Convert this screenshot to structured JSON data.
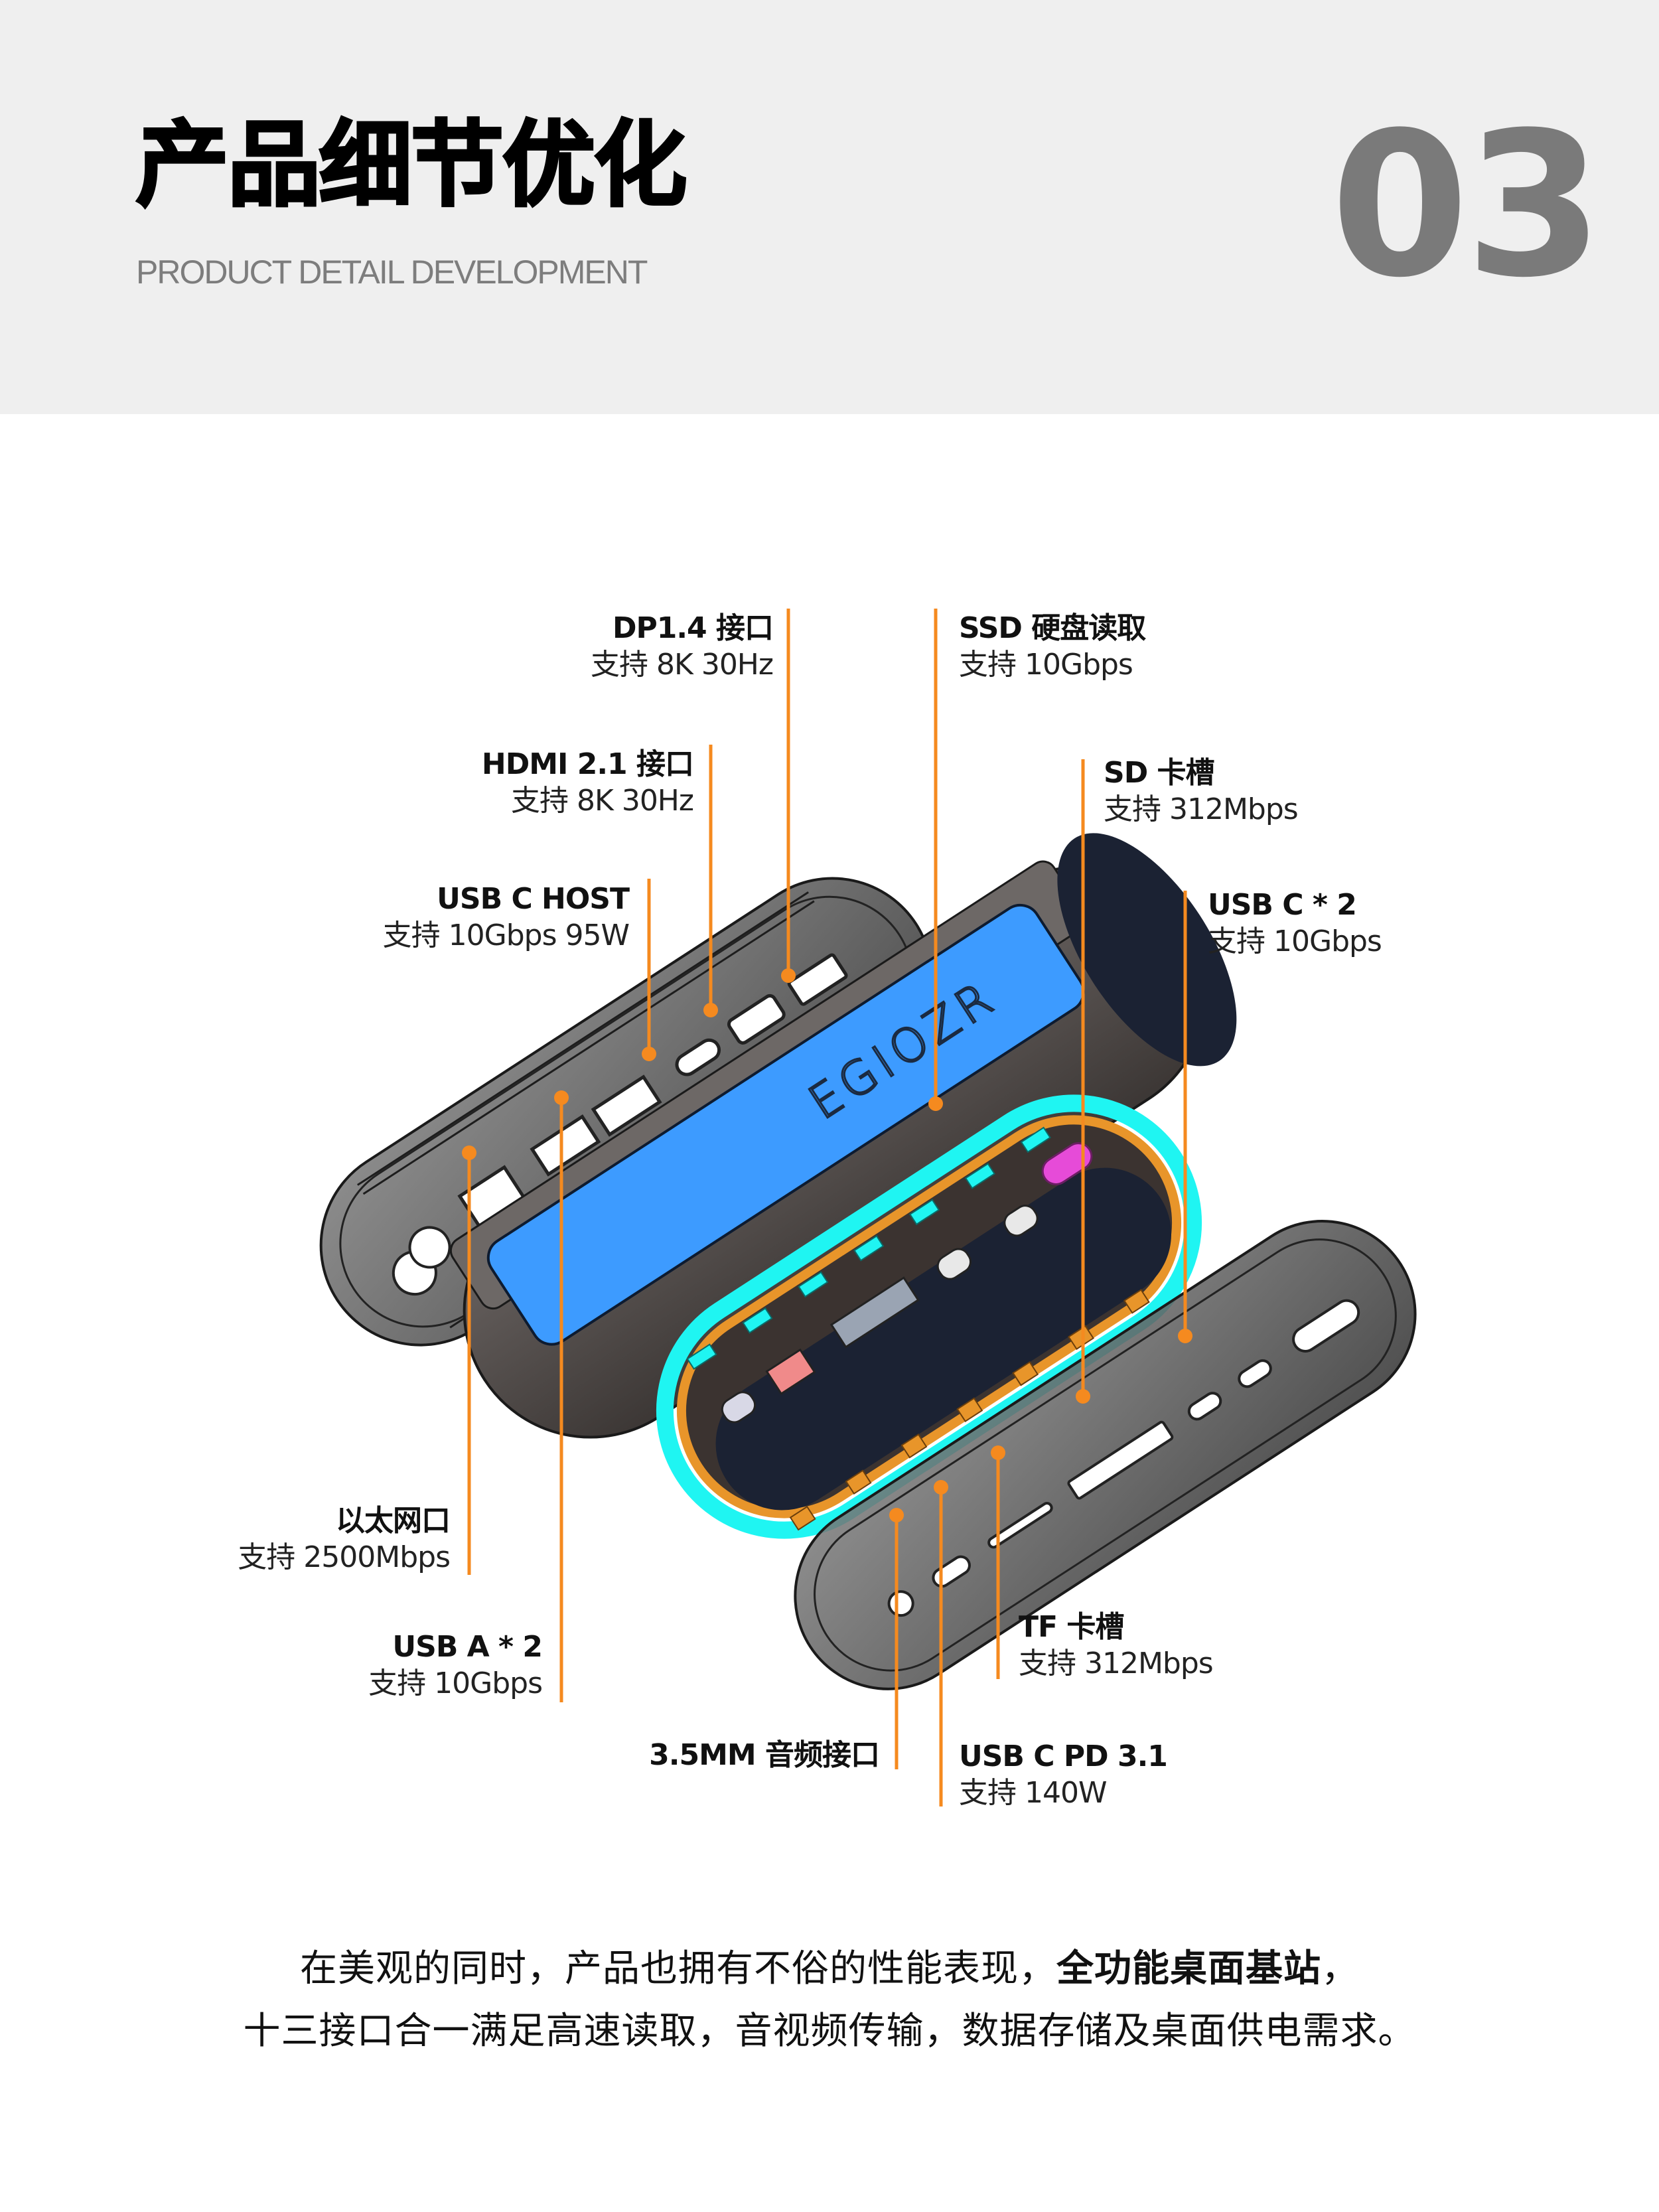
{
  "header": {
    "title": "产品细节优化",
    "subtitle": "PRODUCT DETAIL DEVELOPMENT",
    "section_number": "03",
    "background_color": "#efefef",
    "number_color": "#7a7a7a"
  },
  "product": {
    "brand_mark": "EGIOZR",
    "colors": {
      "leader_line": "#f58a1f",
      "top_panel": "#3d9bff",
      "inner_ring": "#1ff5f2",
      "pcb_frame": "#e8952a",
      "pcb_board": "#1b2233",
      "shell": "#5a5552"
    }
  },
  "callouts": [
    {
      "id": "dp",
      "name": "DP1.4 接口",
      "spec": "支持 8K 30Hz"
    },
    {
      "id": "ssd",
      "name": "SSD 硬盘读取",
      "spec": "支持 10Gbps"
    },
    {
      "id": "hdmi",
      "name": "HDMI 2.1 接口",
      "spec": "支持 8K 30Hz"
    },
    {
      "id": "sd",
      "name": "SD 卡槽",
      "spec": "支持 312Mbps"
    },
    {
      "id": "usbc-host",
      "name": "USB C HOST",
      "spec": "支持 10Gbps 95W"
    },
    {
      "id": "usbc-x2",
      "name": "USB C * 2",
      "spec": "支持 10Gbps"
    },
    {
      "id": "ethernet",
      "name": "以太网口",
      "spec": "支持 2500Mbps"
    },
    {
      "id": "usba-x2",
      "name": "USB A * 2",
      "spec": "支持 10Gbps"
    },
    {
      "id": "tf",
      "name": "TF 卡槽",
      "spec": "支持 312Mbps"
    },
    {
      "id": "audio",
      "name": "3.5MM 音频接口",
      "spec": ""
    },
    {
      "id": "usbc-pd",
      "name": "USB C PD 3.1",
      "spec": "支持 140W"
    }
  ],
  "caption": {
    "line1_pre": "在美观的同时，产品也拥有不俗的性能表现，",
    "line1_bold": "全功能桌面基站",
    "line1_post": "，",
    "line2": "十三接口合一满足高速读取，音视频传输，数据存储及桌面供电需求。"
  }
}
